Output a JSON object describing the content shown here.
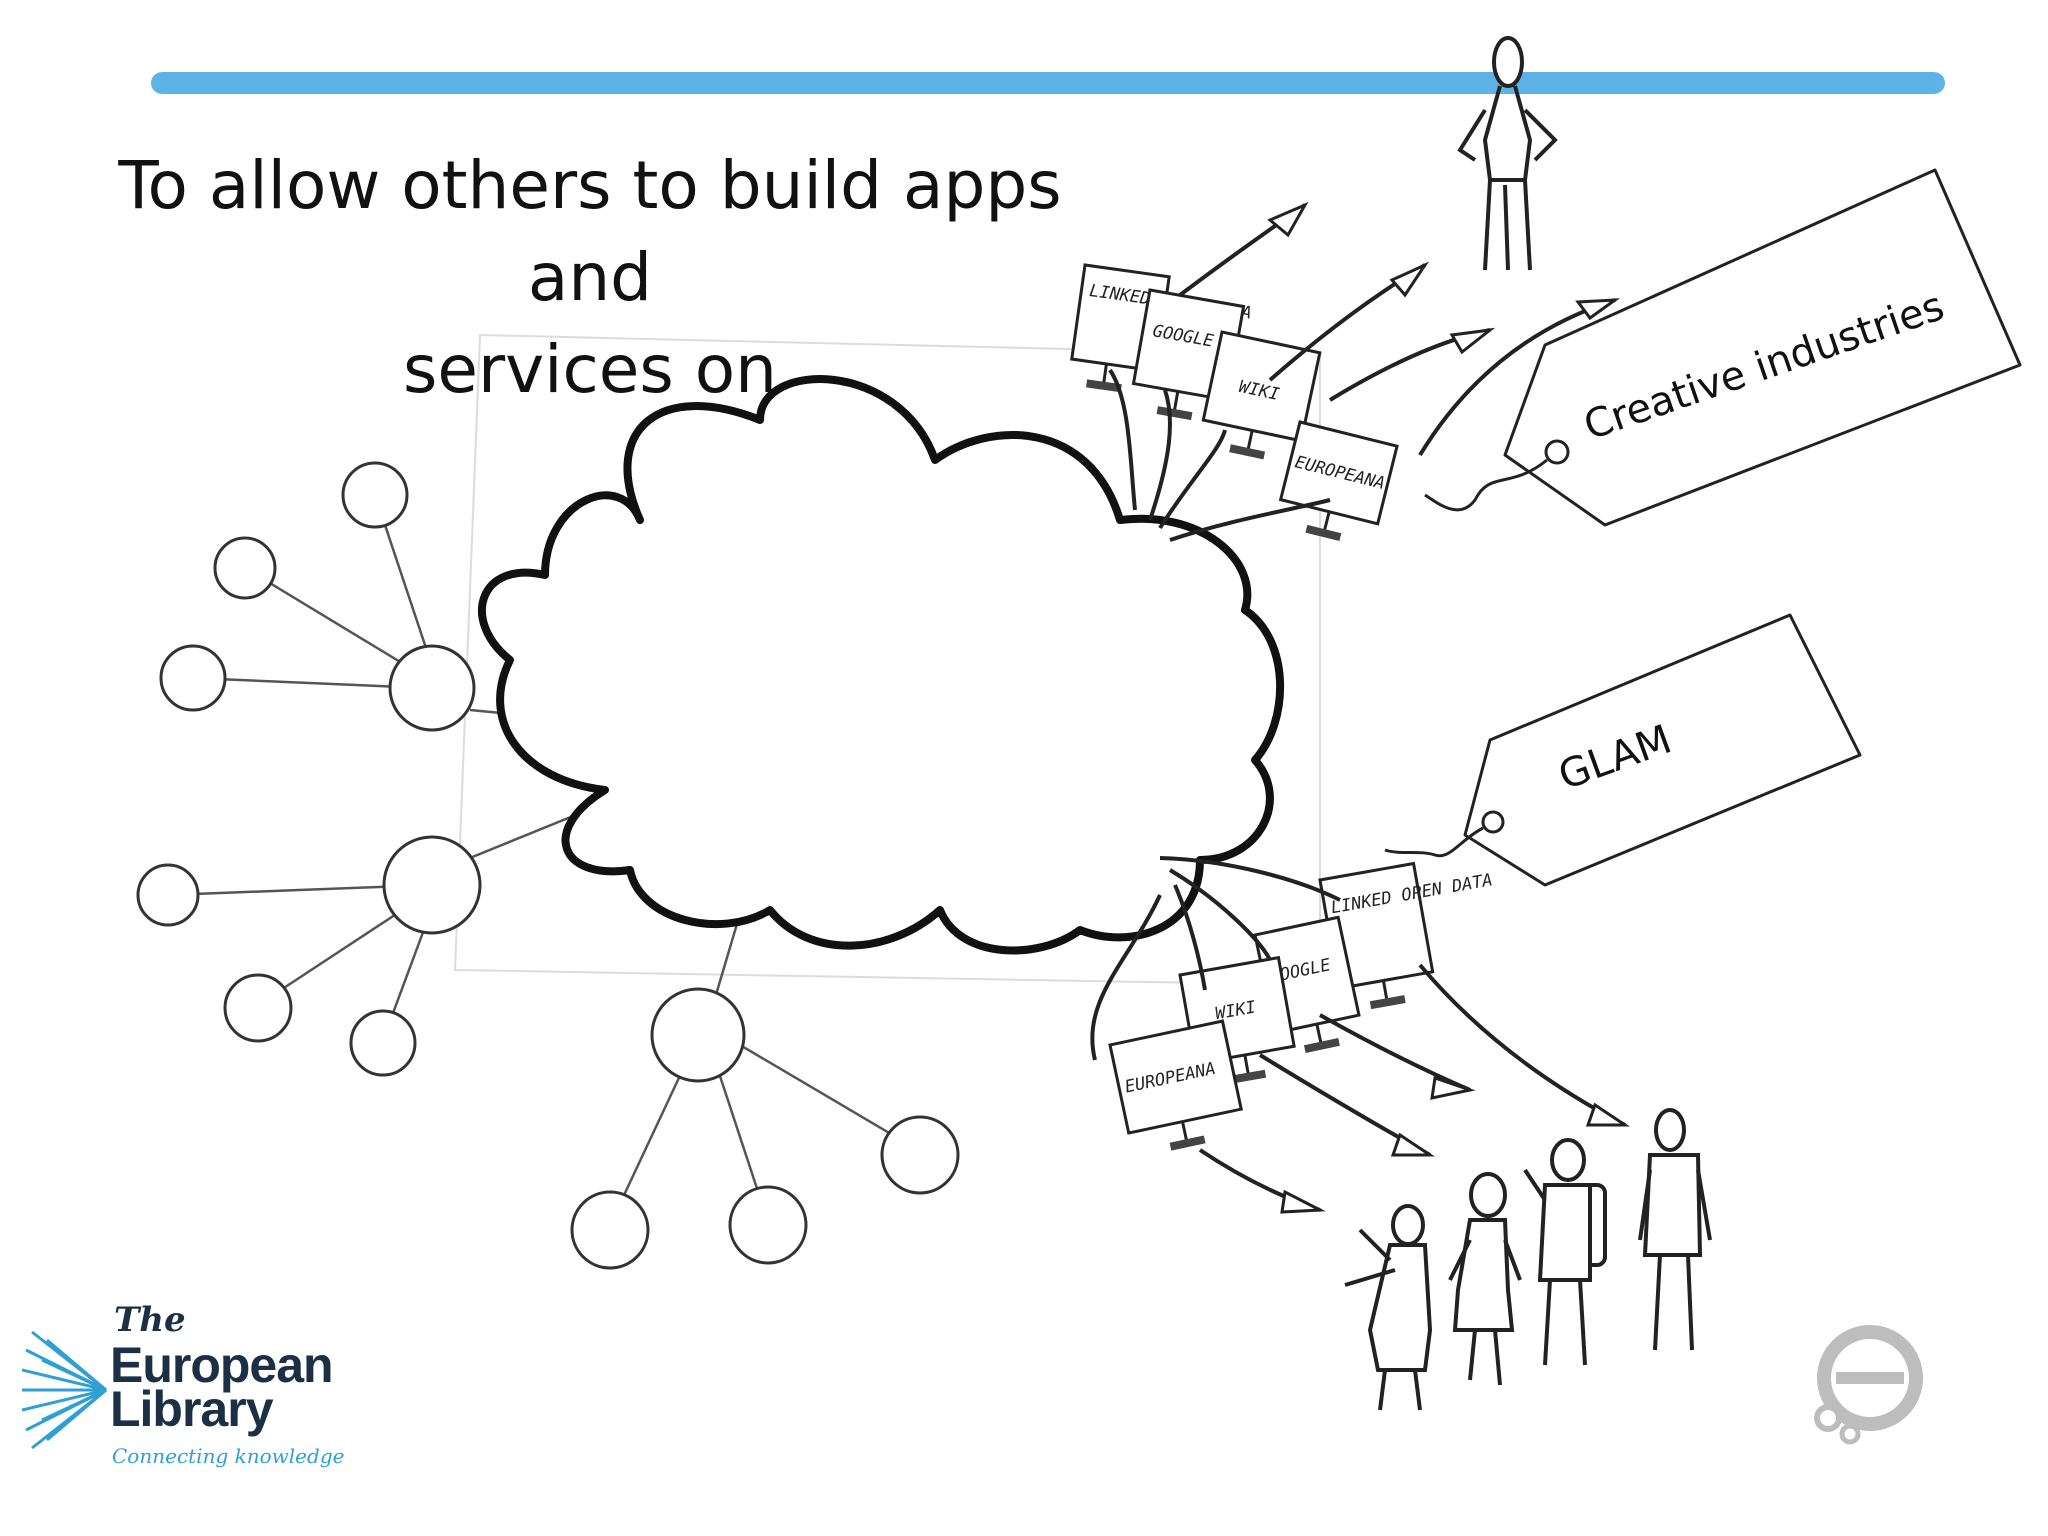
{
  "slide": {
    "title_line1": "To allow others to build apps and",
    "title_line2": "services on",
    "accent_color": "#5db3e6"
  },
  "tags": {
    "creative": "Creative industries",
    "glam": "GLAM"
  },
  "screens_top": [
    "LINKED OPEN DATA",
    "GOOGLE",
    "WIKI",
    "EUROPEANA"
  ],
  "screens_bottom": [
    "LINKED OPEN DATA",
    "GOOGLE",
    "WIKI",
    "EUROPEANA"
  ],
  "logo": {
    "the": "The",
    "word1": "European",
    "word2": "Library",
    "tagline": "Connecting knowledge"
  },
  "icons": {
    "corner_logo": "e-logo-icon"
  }
}
